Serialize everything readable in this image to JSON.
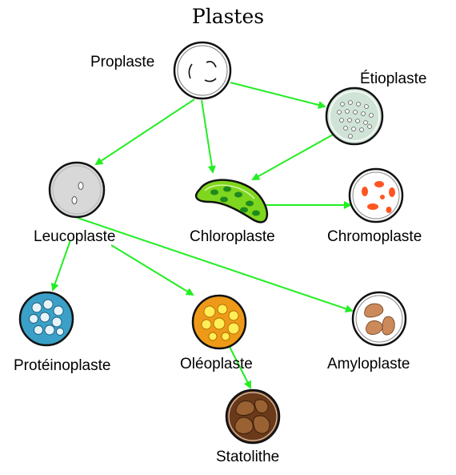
{
  "title": "Plastes",
  "labels": {
    "proplaste": "Proplaste",
    "etioplaste": "Étioplaste",
    "leucoplaste": "Leucoplaste",
    "chloroplaste": "Chloroplaste",
    "chromoplaste": "Chromoplaste",
    "proteinoplaste": "Protéinoplaste",
    "oleoplaste": "Oléoplaste",
    "amyloplaste": "Amyloplaste",
    "statolithe": "Statolithe"
  },
  "colors": {
    "arrow": "#22ee22",
    "outline": "#111111",
    "chloroplast_fill": "#7fd61e",
    "chloroplast_granum": "#1e8a1e",
    "chromoplast_pigment": "#ff5522",
    "etioplast_fill": "#cfe3d6",
    "leucoplast_fill": "#d8d8d8",
    "proteinoplast_fill": "#3aa0c8",
    "oleoplast_fill": "#ee9a18",
    "oleoplast_droplet": "#ffee55",
    "amyloplast_grain": "#cc8a5a",
    "statolith_fill": "#6b3a1a",
    "statolith_grain": "#9a6232"
  }
}
